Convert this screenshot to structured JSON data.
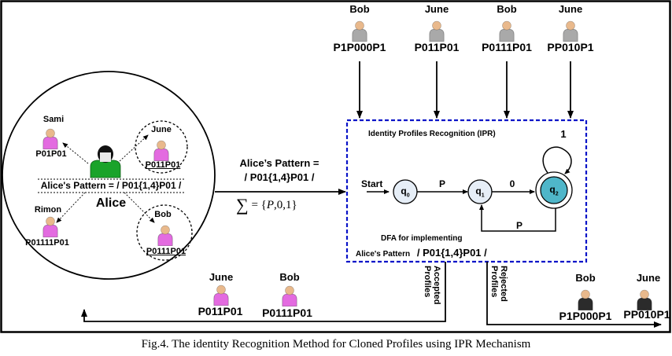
{
  "figure": {
    "caption": "Fig.4. The identity Recognition Method for Cloned Profiles using IPR Mechanism",
    "colors": {
      "alice_avatar": "#1aa32a",
      "friend_avatar": "#e36be0",
      "incoming_avatar": "#a9a9a9",
      "rejected_avatar": "#2b2b2b",
      "ipr_box_border": "#0a14c8",
      "accept_state_fill": "#4fb6c9",
      "state_fill": "#e6eef7"
    }
  },
  "alice_network": {
    "owner_name": "Alice",
    "pattern_label": "Alice's Pattern = / P01{1,4}P01 /",
    "friends": [
      {
        "name": "Sami",
        "profile": "P01P01",
        "flagged": false
      },
      {
        "name": "June",
        "profile": "P011P01",
        "flagged": true
      },
      {
        "name": "Rimon",
        "profile": "P01111P01",
        "flagged": false
      },
      {
        "name": "Bob",
        "profile": "P0111P01",
        "flagged": true
      }
    ]
  },
  "input_arrow": {
    "line1": "Alice’s Pattern =",
    "line2": "/ P01{1,4}P01 /",
    "alphabet_symbol": "∑",
    "alphabet_eq": "= {",
    "alphabet_p": "P",
    "alphabet_rest": ",0,1}"
  },
  "incoming_profiles": [
    {
      "name": "Bob",
      "profile": "P1P000P1"
    },
    {
      "name": "June",
      "profile": "P011P01"
    },
    {
      "name": "Bob",
      "profile": "P0111P01"
    },
    {
      "name": "June",
      "profile": "PP010P1"
    }
  ],
  "ipr": {
    "title": "Identity Profiles Recognition (IPR)",
    "start_label": "Start",
    "states": [
      {
        "id": "q0",
        "base": "q",
        "sub": "0",
        "accepting": false
      },
      {
        "id": "q1",
        "base": "q",
        "sub": "1",
        "accepting": false
      },
      {
        "id": "q2",
        "base": "q",
        "sub": "2",
        "accepting": true
      }
    ],
    "transitions": [
      {
        "from": "q0",
        "to": "q1",
        "symbol": "P"
      },
      {
        "from": "q1",
        "to": "q2",
        "symbol": "0"
      },
      {
        "from": "q2",
        "to": "q2",
        "symbol": "1"
      },
      {
        "from": "q2",
        "to": "q1",
        "symbol": "P"
      }
    ],
    "footer_line1": "DFA for implementing",
    "footer_line2_prefix": "Alice's Pattern",
    "footer_line2_pattern": "/ P01{1,4}P01 /"
  },
  "outputs": {
    "accepted_label_1": "Accepted",
    "accepted_label_2": "Profiles",
    "rejected_label_1": "Rejected",
    "rejected_label_2": "Profiles",
    "accepted": [
      {
        "name": "June",
        "profile": "P011P01"
      },
      {
        "name": "Bob",
        "profile": "P0111P01"
      }
    ],
    "rejected": [
      {
        "name": "Bob",
        "profile": "P1P000P1"
      },
      {
        "name": "June",
        "profile": "PP010P1"
      }
    ]
  }
}
